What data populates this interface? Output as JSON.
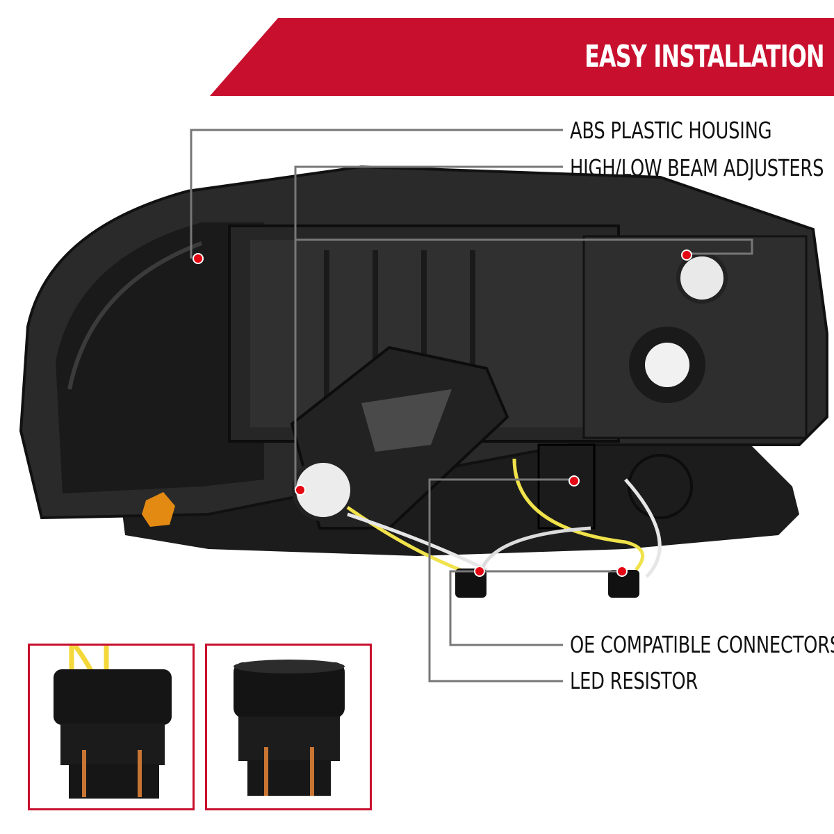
{
  "banner": {
    "title": "EASY INSTALLATION",
    "color": "#c8102e"
  },
  "callouts": {
    "abs_plastic_housing": "ABS PLASTIC HOUSING",
    "high_low_beam_adjusters": "HIGH/LOW BEAM ADJUSTERS",
    "oe_compatible_connectors": "OE COMPATIBLE CONNECTORS",
    "led_resistor": "LED RESISTOR"
  },
  "colors": {
    "accent": "#c8102e",
    "leader_line": "#777777",
    "marker_dot": "#e30613"
  },
  "icons": {
    "marker": "red-dot-marker"
  }
}
